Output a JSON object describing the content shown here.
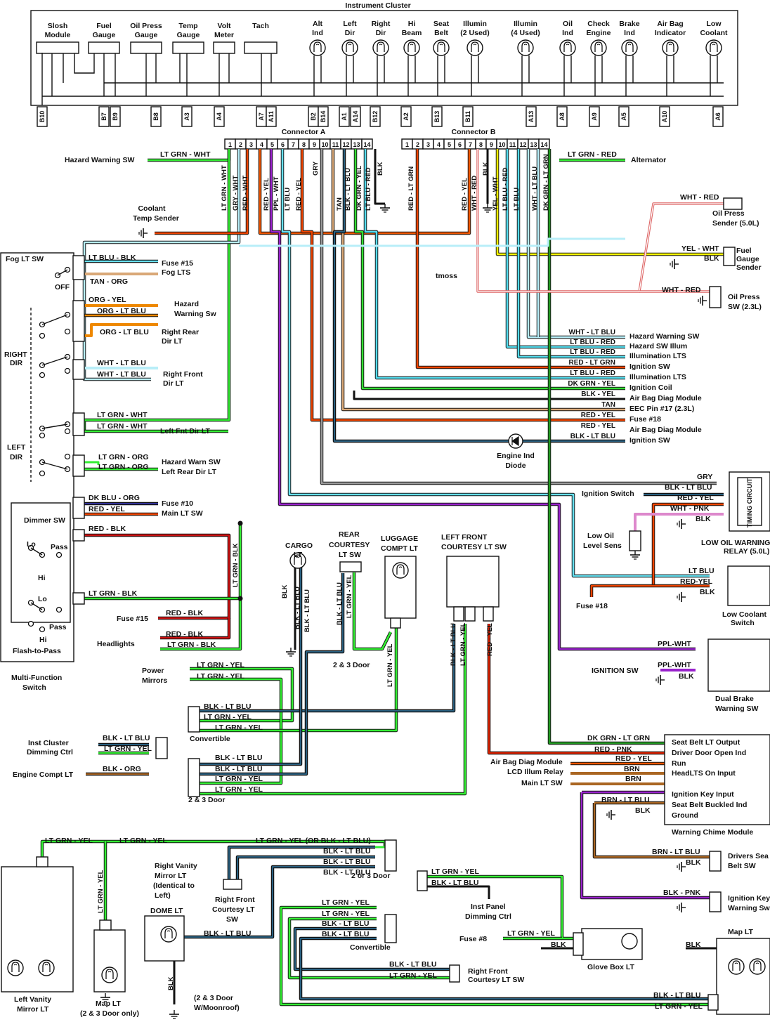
{
  "cluster": {
    "title": "Instrument Cluster",
    "gauges": [
      {
        "label1": "Slosh",
        "label2": "Module"
      },
      {
        "label1": "Fuel",
        "label2": "Gauge"
      },
      {
        "label1": "Oil Press",
        "label2": "Gauge"
      },
      {
        "label1": "Temp",
        "label2": "Gauge"
      },
      {
        "label1": "Volt",
        "label2": "Meter"
      },
      {
        "label1": "Tach",
        "label2": ""
      }
    ],
    "lamps": [
      {
        "label1": "Alt",
        "label2": "Ind"
      },
      {
        "label1": "Left",
        "label2": "Dir"
      },
      {
        "label1": "Right",
        "label2": "Dir"
      },
      {
        "label1": "Hi",
        "label2": "Beam"
      },
      {
        "label1": "Seat",
        "label2": "Belt"
      },
      {
        "label1": "Illumin",
        "label2": "(2 Used)"
      },
      {
        "label1": "Illumin",
        "label2": "(4 Used)"
      },
      {
        "label1": "Oil",
        "label2": "Ind"
      },
      {
        "label1": "Check",
        "label2": "Engine"
      },
      {
        "label1": "Brake",
        "label2": "Ind"
      },
      {
        "label1": "Air Bag",
        "label2": "Indicator"
      },
      {
        "label1": "Low",
        "label2": "Coolant"
      }
    ],
    "pins": [
      "B10",
      "B7",
      "B9",
      "B8",
      "A3",
      "A4",
      "A7",
      "A11",
      "B2",
      "B14",
      "A1",
      "A14",
      "B12",
      "A2",
      "B13",
      "B11",
      "A13",
      "A8",
      "A9",
      "A5",
      "A10",
      "A6"
    ]
  },
  "connector_a": {
    "title": "Connector A",
    "pins": [
      "1",
      "2",
      "3",
      "4",
      "5",
      "6",
      "7",
      "8",
      "9",
      "10",
      "11",
      "12",
      "13",
      "14"
    ]
  },
  "connector_b": {
    "title": "Connector B",
    "pins": [
      "1",
      "2",
      "3",
      "4",
      "5",
      "6",
      "7",
      "8",
      "9",
      "10",
      "11",
      "12",
      "13",
      "14"
    ]
  },
  "vertical_wire_labels": [
    "LT GRN - WHT",
    "GRY - WHT",
    "RED - WHT",
    "RED - YEL",
    "PPL - WHT",
    "LT BLU",
    "RED - YEL",
    "GRY",
    "TAN",
    "BLK - LT BLU",
    "DK GRN - YEL",
    "LT BLU - RED",
    "BLK",
    "RED - LT GRN",
    "RED - YEL",
    "WHT - RED",
    "BLK",
    "YEL - WHT",
    "LT BLU - RED",
    "LT BLU",
    "WHT - LT BLU",
    "DK GRN - LT GRN"
  ],
  "top_labels": {
    "hazard": "Hazard Warning SW",
    "hazard_wire": "LT GRN - WHT",
    "alternator": "Alternator",
    "alt_wire": "LT GRN - RED",
    "coolant": "Coolant",
    "coolant2": "Temp Sender",
    "oil_sender_wire": "WHT - RED",
    "oil_sender": "Oil Press",
    "oil_sender2": "Sender (5.0L)",
    "fuel_w1": "YEL - WHT",
    "fuel_w2": "BLK",
    "fuel_g1": "Fuel",
    "fuel_g2": "Gauge",
    "fuel_g3": "Sender",
    "tmoss": "tmoss",
    "oilsw_wire": "WHT - RED",
    "oilsw1": "Oil Press",
    "oilsw2": "SW (2.3L)"
  },
  "right_bus": [
    {
      "wire": "WHT - LT BLU",
      "dest": "Hazard Warning SW"
    },
    {
      "wire": "LT BLU - RED",
      "dest": "Hazard SW Illum"
    },
    {
      "wire": "LT BLU - RED",
      "dest": "Illumination LTS"
    },
    {
      "wire": "RED - LT GRN",
      "dest": "Ignition SW"
    },
    {
      "wire": "LT BLU - RED",
      "dest": "Illumination LTS"
    },
    {
      "wire": "DK GRN - YEL",
      "dest": "Ignition Coil"
    },
    {
      "wire": "BLK - YEL",
      "dest": "Air Bag Diag Module"
    },
    {
      "wire": "TAN",
      "dest": "EEC Pin #17 (2.3L)"
    },
    {
      "wire": "RED - YEL",
      "dest": "Fuse #18"
    },
    {
      "wire": "RED - YEL",
      "dest": "Air Bag Diag Module"
    },
    {
      "wire": "BLK - LT BLU",
      "dest": "Ignition SW"
    }
  ],
  "engine_diode": {
    "l1": "Engine Ind",
    "l2": "Diode"
  },
  "mfs": {
    "fog": "Fog LT SW",
    "off": "OFF",
    "right": "RIGHT",
    "dir": "DIR",
    "left": "LEFT",
    "dimmer": "Dimmer SW",
    "lo": "Lo",
    "hi": "Hi",
    "pass": "Pass",
    "f2p": "Flash-to-Pass",
    "title1": "Multi-Function",
    "title2": "Switch",
    "w1": "LT BLU - BLK",
    "d1": "Fuse #15",
    "d2": "Fog LTS",
    "w2": "TAN - ORG",
    "w3": "ORG - YEL",
    "w4": "ORG - LT BLU",
    "d3": "Hazard",
    "d3b": "Warning Sw",
    "w5": "ORG - LT BLU",
    "d4": "Right Rear",
    "d4b": "Dir LT",
    "w6": "WHT - LT BLU",
    "w7": "WHT - LT BLU",
    "d5": "Right Front",
    "d5b": "Dir LT",
    "w8": "LT GRN - WHT",
    "w9": "LT GRN - WHT",
    "d6": "Left Fnt Dir LT",
    "w10": "LT GRN - ORG",
    "w11": "LT GRN - ORG",
    "d7": "Hazard Warn SW",
    "d8": "Left Rear Dir LT",
    "w12": "DK BLU - ORG",
    "d9": "Fuse #10",
    "w13": "RED - YEL",
    "d10": "Main LT SW",
    "w14": "RED - BLK",
    "w15": "LT GRN - BLK",
    "w16": "LT GRN - BLK"
  },
  "mid": {
    "fuse15": "Fuse #15",
    "w_rb1": "RED - BLK",
    "w_rb2": "RED - BLK",
    "headlights": "Headlights",
    "w_lgb": "LT GRN - BLK",
    "pm1": "Power",
    "pm2": "Mirrors",
    "w_pm1": "LT GRN - YEL",
    "w_pm2": "LT GRN - YEL",
    "c1": "BLK - LT BLU",
    "c2": "LT GRN - YEL",
    "c3": "LT GRN - YEL",
    "convertible": "Convertible",
    "ic1": "Inst Cluster",
    "ic2": "Dimming Ctrl",
    "icw1": "BLK - LT BLU",
    "icw2": "LT GRN - YEL",
    "ec": "Engine Compt LT",
    "ecw": "BLK - ORG",
    "d1": "BLK - LT BLU",
    "d2": "BLK - LT BLU",
    "d3": "LT GRN - YEL",
    "d4": "LT GRN - YEL",
    "door23": "2 & 3 Door",
    "cargo1": "CARGO",
    "cargo2": "LT",
    "rc1": "REAR",
    "rc2": "COURTESY",
    "rc3": "LT SW",
    "lug1": "LUGGAGE",
    "lug2": "COMPT LT",
    "lf1": "LEFT FRONT",
    "lf2": "COURTESY LT SW",
    "door23b": "2 & 3 Door"
  },
  "right_mid": {
    "gry": "GRY",
    "blklb": "BLK - LT BLU",
    "redyel": "RED - YEL",
    "whtpnk": "WHT - PNK",
    "blk": "BLK",
    "ignsw": "Ignition Switch",
    "timing": "TIMING CIRCUIT",
    "low1": "LOW OIL WARNING",
    "low2": "RELAY (5.0L)",
    "lol1": "Low Oil",
    "lol2": "Level Sens",
    "c_ltblu": "LT BLU",
    "c_redyel": "RED-YEL",
    "c_blk": "BLK",
    "fuse18": "Fuse #18",
    "lc1": "Low Coolant",
    "lc2": "Switch",
    "ppl1": "PPL-WHT",
    "ppl2": "PPL-WHT",
    "blk2": "BLK",
    "ign": "IGNITION SW",
    "db1": "Dual Brake",
    "db2": "Warning SW"
  },
  "chime": {
    "title": "Warning Chime Module",
    "pins": [
      "Seat Belt LT Output",
      "Driver Door Open Ind",
      "Run",
      "HeadLTS On Input",
      "Ignition Key Input",
      "Seat Belt Buckled Ind",
      "Ground"
    ],
    "w1": "DK GRN - LT GRN",
    "w2": "RED - PNK",
    "w3": "RED - YEL",
    "w4": "BRN",
    "w5": "BRN",
    "w6": "BRN - LT BLU",
    "w7": "BLK",
    "s1": "Air Bag Diag Module",
    "s2": "LCD Illum Relay",
    "s3": "Main LT SW",
    "db_w1": "BRN - LT BLU",
    "db_w2": "BLK",
    "db1": "Drivers Sea",
    "db2": "Belt SW",
    "ik_w": "BLK - PNK",
    "ik1": "Ignition Key",
    "ik2": "Warning Sw"
  },
  "bottom": {
    "w1": "LT GRN - YEL",
    "w2": "LT GRN - YEL",
    "rv1": "Right Vanity",
    "rv2": "Mirror LT",
    "rv3": "(Identical to",
    "rv4": "Left)",
    "lv1": "Left Vanity",
    "lv2": "Mirror LT",
    "ml1": "Map LT",
    "ml2": "(2 & 3 Door only)",
    "dome": "DOME LT",
    "rf1": "Right Front",
    "rf2": "Courtesy LT",
    "rf3": "SW",
    "b1": "LT GRN - YEL (OR BLK - LT BLU)",
    "b2": "BLK - LT BLU",
    "b3": "BLK - LT BLU",
    "b4": "BLK - LT BLU",
    "door23": "2 or 3 Door",
    "cv1": "LT GRN - YEL",
    "cv2": "LT GRN - YEL",
    "cv3": "BLK - LT BLU",
    "cv4": "BLK - LT BLU",
    "convertible": "Convertible",
    "ip_w1": "LT GRN - YEL",
    "ip_w2": "BLK - LT BLU",
    "ip1": "Inst Panel",
    "ip2": "Dimming Ctrl",
    "fuse8": "Fuse #8",
    "gb_w1": "LT GRN - YEL",
    "gb_w2": "BLK",
    "glove": "Glove Box LT",
    "dome_w": "BLK - LT BLU",
    "rfc_w1": "BLK - LT BLU",
    "rfc_w2": "LT GRN - YEL",
    "rfc1": "Right Front",
    "rfc2": "Courtesy LT SW",
    "map_r": "Map LT",
    "map_w": "BLK",
    "map_w2": "BLK - LT BLU",
    "map_w3": "LT GRN - YEL",
    "moon1": "(2 & 3 Door",
    "moon2": "W/Moonroof)",
    "blk": "BLK",
    "lgy": "LT GRN - YEL"
  },
  "colors": {
    "ltgrn": "#33ee33",
    "red": "#dd2200",
    "orange": "#ee6600",
    "ltblu": "#66e0f0",
    "purple": "#9922cc",
    "tan": "#d9a877",
    "yellow": "#ffff00",
    "dkgrn": "#229922",
    "black": "#111111",
    "gray": "#999999",
    "brown": "#aa6622",
    "pink": "#ee9999"
  }
}
